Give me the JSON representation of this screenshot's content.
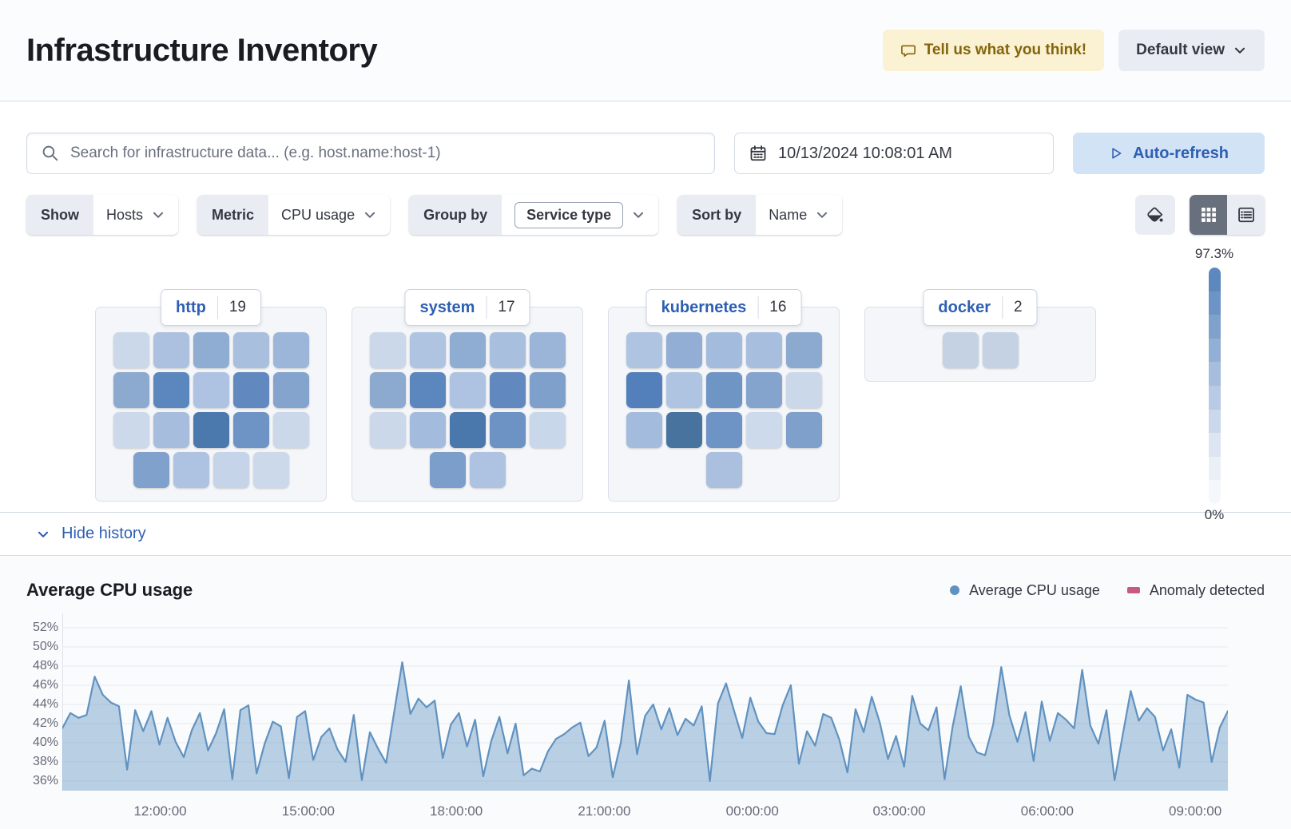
{
  "header": {
    "title": "Infrastructure Inventory",
    "feedback_label": "Tell us what you think!",
    "view_label": "Default view"
  },
  "toolbar": {
    "search_placeholder": "Search for infrastructure data... (e.g. host.name:host-1)",
    "datetime": "10/13/2024 10:08:01 AM",
    "auto_refresh_label": "Auto-refresh"
  },
  "filters": {
    "show_label": "Show",
    "show_value": "Hosts",
    "metric_label": "Metric",
    "metric_value": "CPU usage",
    "group_label": "Group by",
    "group_value": "Service type",
    "sort_label": "Sort by",
    "sort_value": "Name"
  },
  "icons": {
    "paint": "fill-color-icon",
    "grid": "grid-view-icon",
    "table": "table-view-icon"
  },
  "scale": {
    "max_label": "97.3%",
    "min_label": "0%",
    "colors": [
      "#5d88be",
      "#6d94c5",
      "#7fa1cc",
      "#93afd5",
      "#a6bddd",
      "#b9cbe4",
      "#cbd8eb",
      "#dde5f1",
      "#ebf0f7",
      "#f4f7fb"
    ]
  },
  "groups": [
    {
      "name": "http",
      "count": "19",
      "rows": [
        [
          "#cbd8ea",
          "#abc1df",
          "#8facd3",
          "#a9bfde",
          "#9bb6d8"
        ],
        [
          "#8caad0",
          "#5c87be",
          "#aec3e1",
          "#6189bf",
          "#84a4cd"
        ],
        [
          "#ccd9eb",
          "#a6bddd",
          "#4b79ae",
          "#6e94c5",
          "#cad8ea"
        ],
        [
          "#7fa1cb",
          "#aec3e1",
          "#c5d4e8",
          "#cbd9ea"
        ]
      ]
    },
    {
      "name": "system",
      "count": "17",
      "rows": [
        [
          "#cbd8ea",
          "#afc4e1",
          "#8facd3",
          "#a9bfde",
          "#9bb5d8"
        ],
        [
          "#8ca9d0",
          "#5c87be",
          "#aec3e1",
          "#6189bf",
          "#7fa0cb"
        ],
        [
          "#cbd8ea",
          "#a3bbdc",
          "#4a77ac",
          "#6c93c4",
          "#c9d7ea"
        ],
        [
          "#7b9eca",
          "#aec3e1"
        ]
      ]
    },
    {
      "name": "kubernetes",
      "count": "16",
      "rows": [
        [
          "#afc4e1",
          "#93aed4",
          "#a3bbdc",
          "#a8bede",
          "#8caad0"
        ],
        [
          "#5380ba",
          "#afc4e1",
          "#6f95c5",
          "#84a4cd",
          "#cbd8ea"
        ],
        [
          "#a3bbdc",
          "#48739e",
          "#6e94c5",
          "#cddaeb",
          "#7fa0cb"
        ],
        [
          "#abc0df"
        ]
      ]
    },
    {
      "name": "docker",
      "count": "2",
      "rows": [
        [
          "#c4d2e4",
          "#c4d2e4"
        ]
      ]
    }
  ],
  "history": {
    "toggle_label": "Hide history"
  },
  "chart": {
    "title": "Average CPU usage",
    "legend": [
      {
        "label": "Average CPU usage",
        "color": "#6092c0",
        "shape": "dot"
      },
      {
        "label": "Anomaly detected",
        "color": "#c75b7e",
        "shape": "rect"
      }
    ]
  },
  "chart_data": {
    "type": "area",
    "title": "Average CPU usage",
    "grid": true,
    "legend_position": "top-right",
    "line_color": "#6092c0",
    "fill_color": "#6092c0",
    "fill_opacity": 0.42,
    "ylim": [
      35,
      53.5
    ],
    "yticks": [
      36,
      38,
      40,
      42,
      44,
      46,
      48,
      50,
      52
    ],
    "ytick_suffix": "%",
    "xticks": [
      {
        "label": "12:00:00",
        "pos": 0.084
      },
      {
        "label": "15:00:00",
        "pos": 0.211
      },
      {
        "label": "18:00:00",
        "pos": 0.338
      },
      {
        "label": "21:00:00",
        "pos": 0.465
      },
      {
        "label": "00:00:00",
        "pos": 0.592
      },
      {
        "label": "03:00:00",
        "pos": 0.718
      },
      {
        "label": "06:00:00",
        "pos": 0.845
      },
      {
        "label": "09:00:00",
        "pos": 0.972
      }
    ],
    "series": [
      {
        "name": "Average CPU usage",
        "values": [
          41.5,
          43.1,
          42.6,
          42.9,
          46.9,
          45.0,
          44.2,
          43.8,
          37.2,
          43.4,
          41.2,
          43.3,
          39.8,
          42.6,
          40.1,
          38.5,
          41.3,
          43.1,
          39.2,
          41.0,
          43.5,
          36.2,
          43.4,
          43.9,
          36.8,
          39.9,
          42.2,
          41.7,
          36.3,
          42.7,
          43.3,
          38.2,
          40.6,
          41.5,
          39.3,
          38.0,
          42.9,
          36.1,
          41.1,
          39.4,
          37.9,
          43.2,
          48.4,
          43.0,
          44.6,
          43.7,
          44.4,
          38.4,
          41.9,
          43.1,
          39.6,
          42.4,
          36.5,
          40.2,
          42.7,
          38.9,
          42.0,
          36.6,
          37.3,
          37.0,
          39.1,
          40.4,
          40.9,
          41.6,
          42.1,
          38.6,
          39.5,
          42.3,
          36.4,
          40.0,
          46.5,
          38.8,
          42.8,
          44.0,
          41.4,
          43.6,
          40.8,
          42.5,
          41.8,
          43.8,
          36.0,
          44.1,
          46.2,
          43.3,
          40.5,
          44.7,
          42.2,
          41.0,
          40.9,
          43.9,
          46.0,
          37.8,
          41.2,
          39.7,
          43.0,
          42.6,
          40.3,
          36.9,
          43.5,
          41.1,
          44.8,
          42.1,
          38.3,
          40.7,
          37.5,
          44.9,
          42.0,
          41.3,
          43.7,
          36.2,
          41.7,
          45.9,
          40.6,
          39.0,
          38.7,
          41.9,
          47.9,
          42.9,
          40.1,
          43.2,
          38.1,
          44.3,
          40.2,
          43.1,
          42.4,
          41.5,
          47.6,
          41.8,
          39.9,
          43.4,
          36.1,
          40.8,
          45.4,
          42.3,
          43.6,
          42.7,
          39.2,
          41.4,
          37.4,
          45.0,
          44.5,
          44.2,
          38.0,
          41.6,
          43.3
        ]
      }
    ]
  }
}
